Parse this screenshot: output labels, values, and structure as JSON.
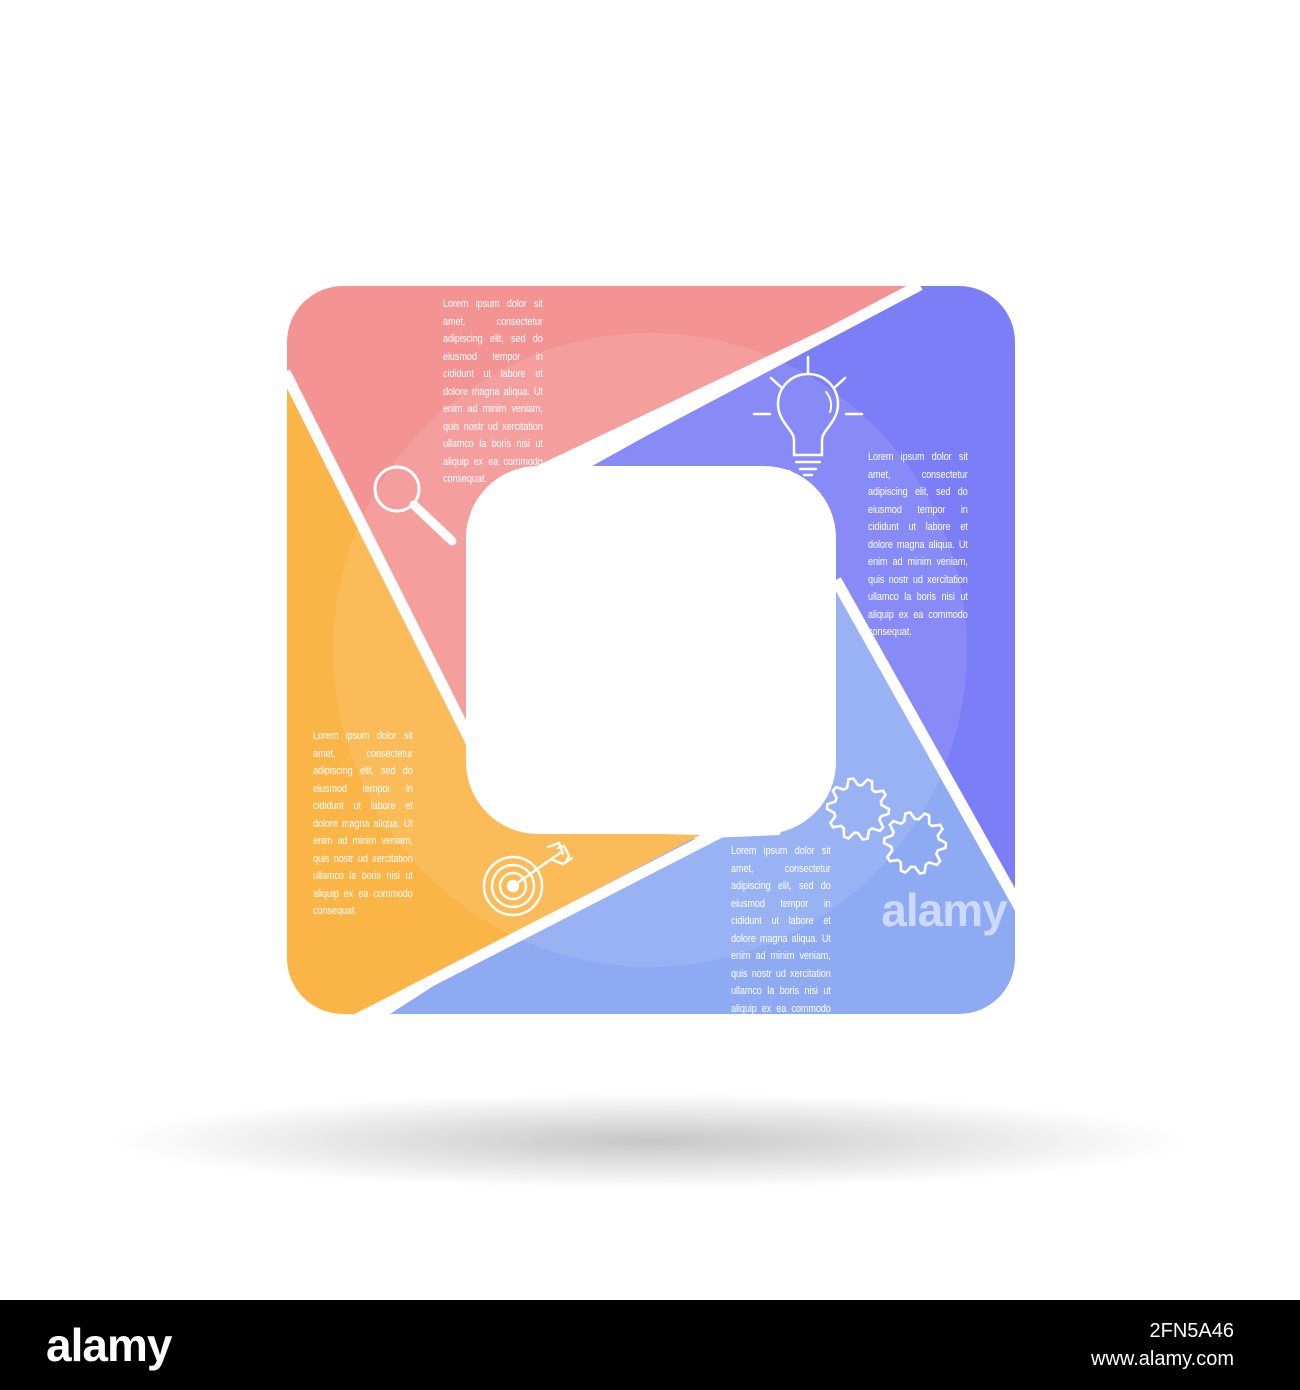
{
  "segments": [
    {
      "id": "research",
      "color": "#f39393",
      "icon": "magnifier-icon",
      "text": "Lorem ipsum dolor sit amet, consectetur adipiscing elit, sed do eiusmod tempor in cididunt ut labore et dolore magna aliqua. Ut enim ad minim veniam, quis nostr ud xercitation ullamco la boris nisi ut aliquip ex ea commodo consequat."
    },
    {
      "id": "idea",
      "color": "#7b7ef6",
      "icon": "lightbulb-icon",
      "text": "Lorem ipsum dolor sit amet, consectetur adipiscing elit, sed do eiusmod tempor in cididunt ut labore et dolore magna aliqua. Ut enim ad minim veniam, quis nostr ud xercitation ullamco la boris nisi ut aliquip ex ea commodo consequat."
    },
    {
      "id": "process",
      "color": "#8eaaf3",
      "icon": "gears-icon",
      "text": "Lorem ipsum dolor sit amet, consectetur adipiscing elit, sed do eiusmod tempor in cididunt ut labore et dolore magna aliqua. Ut enim ad minim veniam, quis nostr ud xercitation ullamco la boris nisi ut aliquip ex ea commodo consequat."
    },
    {
      "id": "target",
      "color": "#fbb446",
      "icon": "target-icon",
      "text": "Lorem ipsum dolor sit amet, consectetur adipiscing elit, sed do eiusmod tempor in cididunt ut labore et dolore magna aliqua. Ut enim ad minim veniam, quis nostr ud xercitation ullamco la boris nisi ut aliquip ex ea commodo consequat."
    }
  ],
  "watermark": {
    "text": "alamy"
  },
  "footer": {
    "logo": "alamy",
    "image_id": "2FN5A46",
    "url": "www.alamy.com"
  }
}
